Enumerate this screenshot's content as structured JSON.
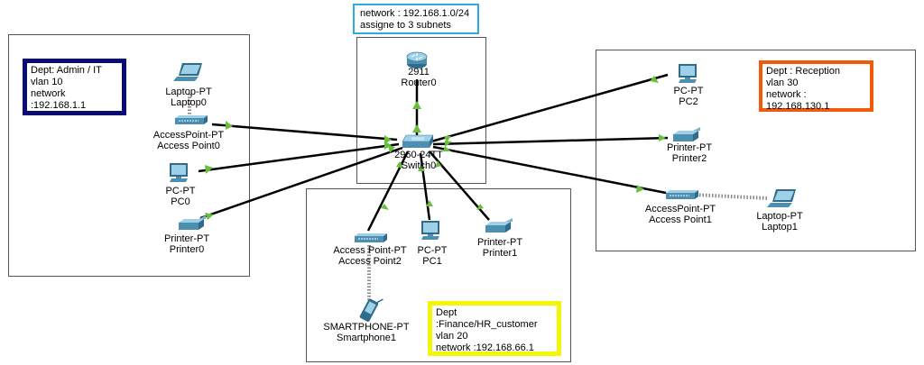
{
  "network_note": {
    "line1": "network : 192.168.1.0/24",
    "line2": "assigne to 3 subnets"
  },
  "zones": {
    "admin": {
      "dept": "Dept: Admin / IT",
      "vlan": "vlan 10",
      "network": "network :192.168.1.1",
      "color": "#0b0b78"
    },
    "reception": {
      "dept": "Dept : Reception",
      "vlan": "vlan  30",
      "network": "network : 192.168.130.1",
      "color": "#f05a0a"
    },
    "finance": {
      "dept": "Dept :Finance/HR_customer",
      "vlan": "vlan 20",
      "network": "network :192.168.66.1",
      "color": "#f5f50a"
    }
  },
  "devices": {
    "router0": {
      "type": "2911",
      "name": "Router0",
      "icon": "router-icon"
    },
    "switch0": {
      "type": "2960-24TT",
      "name": "Switch0",
      "icon": "switch-icon"
    },
    "laptop0": {
      "type": "Laptop-PT",
      "name": "Laptop0",
      "icon": "laptop-icon"
    },
    "ap0": {
      "type": "AccessPoint-PT",
      "name": "Access Point0",
      "icon": "access-point-icon"
    },
    "pc0": {
      "type": "PC-PT",
      "name": "PC0",
      "icon": "pc-icon"
    },
    "printer0": {
      "type": "Printer-PT",
      "name": "Printer0",
      "icon": "printer-icon"
    },
    "pc2": {
      "type": "PC-PT",
      "name": "PC2",
      "icon": "pc-icon"
    },
    "printer2": {
      "type": "Printer-PT",
      "name": "Printer2",
      "icon": "printer-icon"
    },
    "ap1": {
      "type": "AccessPoint-PT",
      "name": "Access Point1",
      "icon": "access-point-icon"
    },
    "laptop1": {
      "type": "Laptop-PT",
      "name": "Laptop1",
      "icon": "laptop-icon"
    },
    "ap2": {
      "type": "Access Point-PT",
      "name": "Access Point2",
      "icon": "access-point-icon"
    },
    "pc1": {
      "type": "PC-PT",
      "name": "PC1",
      "icon": "pc-icon"
    },
    "printer1": {
      "type": "Printer-PT",
      "name": "Printer1",
      "icon": "printer-icon"
    },
    "smartphone1": {
      "type": "SMARTPHONE-PT",
      "name": "Smartphone1",
      "icon": "smartphone-icon"
    }
  },
  "link_status_color": "#6abf3a"
}
